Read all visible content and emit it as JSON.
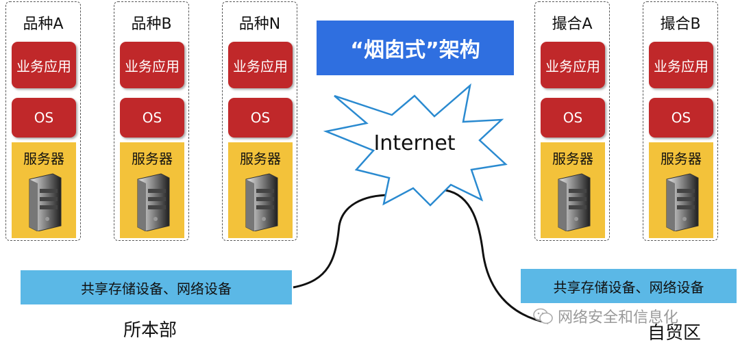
{
  "columns": [
    {
      "title": "品种A",
      "app": "业务应用",
      "os": "OS",
      "server": "服务器"
    },
    {
      "title": "品种B",
      "app": "业务应用",
      "os": "OS",
      "server": "服务器"
    },
    {
      "title": "品种N",
      "app": "业务应用",
      "os": "OS",
      "server": "服务器"
    },
    {
      "title": "撮合A",
      "app": "业务应用",
      "os": "OS",
      "server": "服务器"
    },
    {
      "title": "撮合B",
      "app": "业务应用",
      "os": "OS",
      "server": "服务器"
    }
  ],
  "banner": "“烟囱式”架构",
  "internet": "Internet",
  "storage_left": "共享存储设备、网络设备",
  "storage_right": "共享存储设备、网络设备",
  "place_left": "所本部",
  "place_right": "自贸区",
  "watermark": "网络安全和信息化",
  "colors": {
    "red": "#c0282a",
    "gold": "#f3c23a",
    "blue": "#2f6fe0",
    "light_blue": "#5bb8e6"
  },
  "icons": {
    "server": "server-tower-icon",
    "watermark": "wechat-icon"
  }
}
